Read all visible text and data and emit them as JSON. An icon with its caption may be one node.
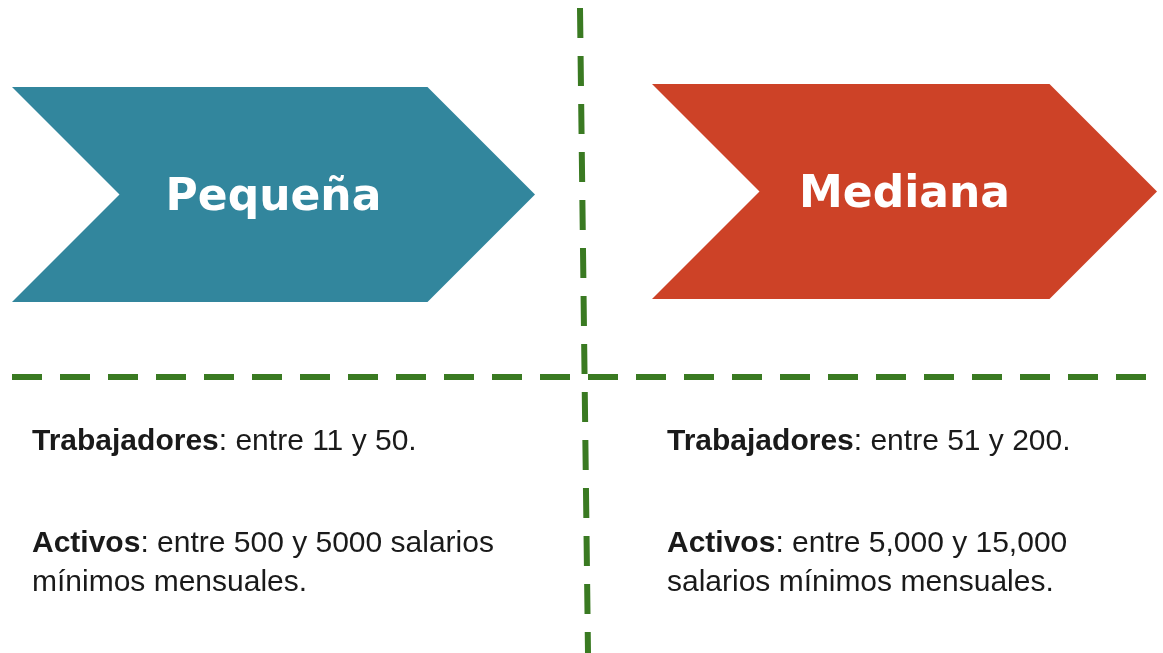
{
  "diagram": {
    "nodes": [
      {
        "text": [
          "Pequeña"
        ]
      },
      {
        "text": [
          "Mediana"
        ]
      }
    ],
    "labels": [
      "**Trabajadores**: entre 11 y 50.",
      "**Activos**: entre 500 y 5000 salarios mínimos mensuales.",
      "**Trabajadores**: entre 51 y 200.",
      "**Activos**: entre 5,000 y 15,000 salarios mínimos mensuales."
    ]
  }
}
